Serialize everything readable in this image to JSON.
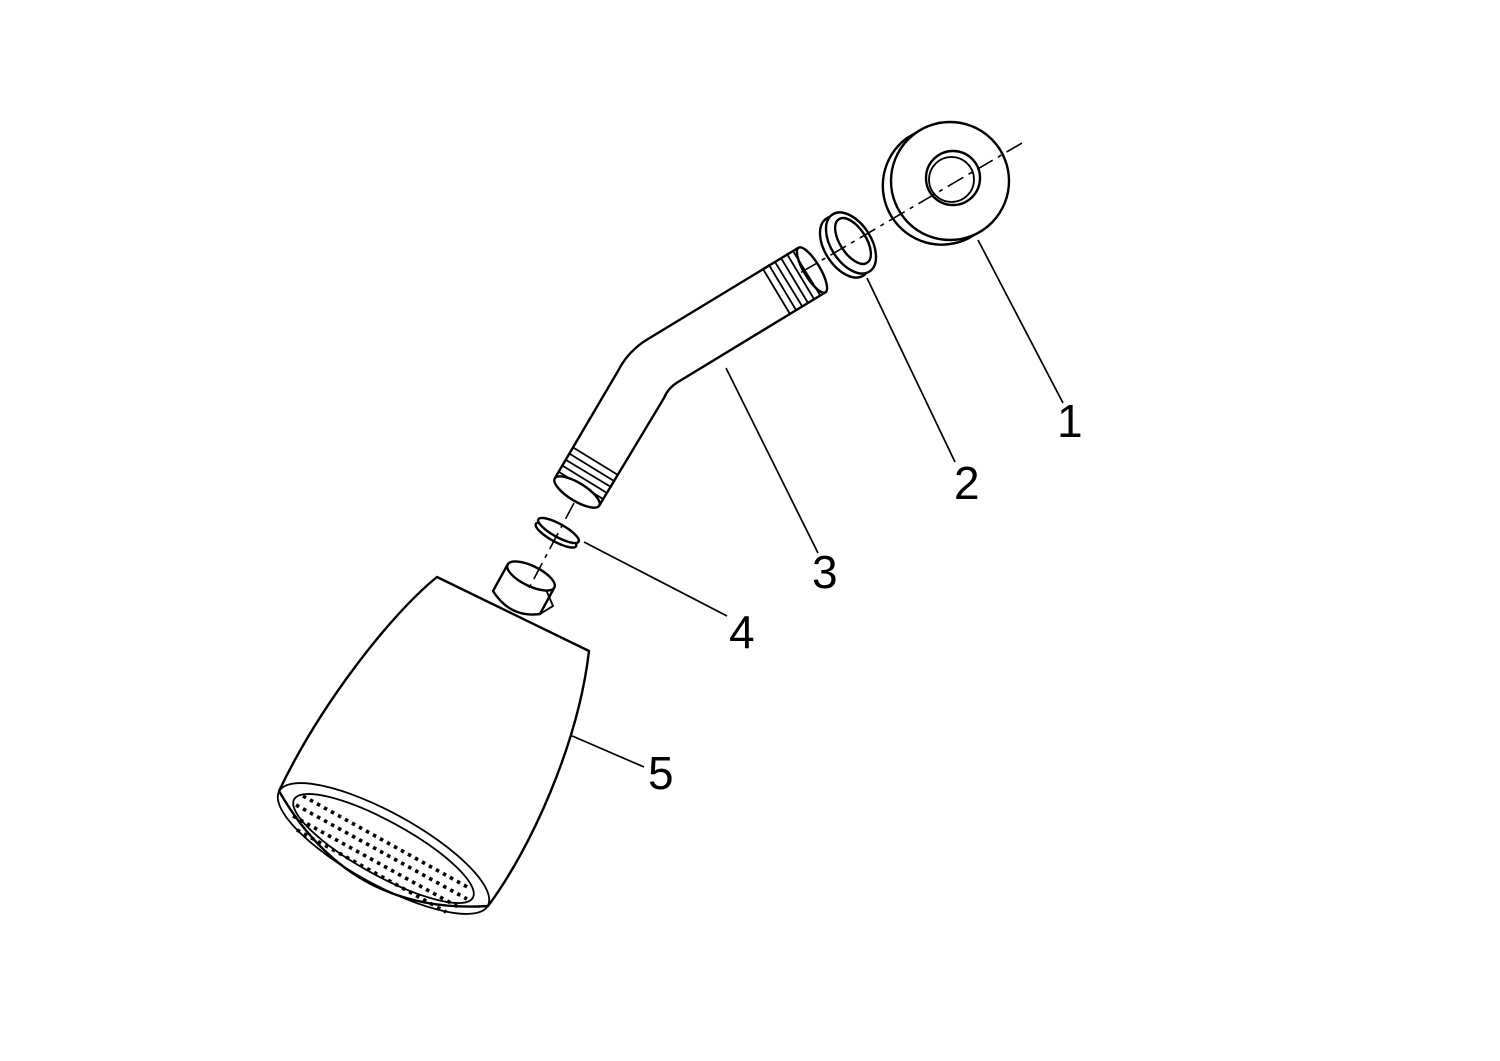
{
  "diagram": {
    "type": "exploded-parts-diagram",
    "background_color": "#ffffff",
    "line_color": "#000000",
    "parts": [
      {
        "label": "1",
        "callout": "flange-escutcheon"
      },
      {
        "label": "2",
        "callout": "washer-o-ring"
      },
      {
        "label": "3",
        "callout": "shower-arm"
      },
      {
        "label": "4",
        "callout": "arm-washer"
      },
      {
        "label": "5",
        "callout": "shower-head"
      }
    ]
  }
}
